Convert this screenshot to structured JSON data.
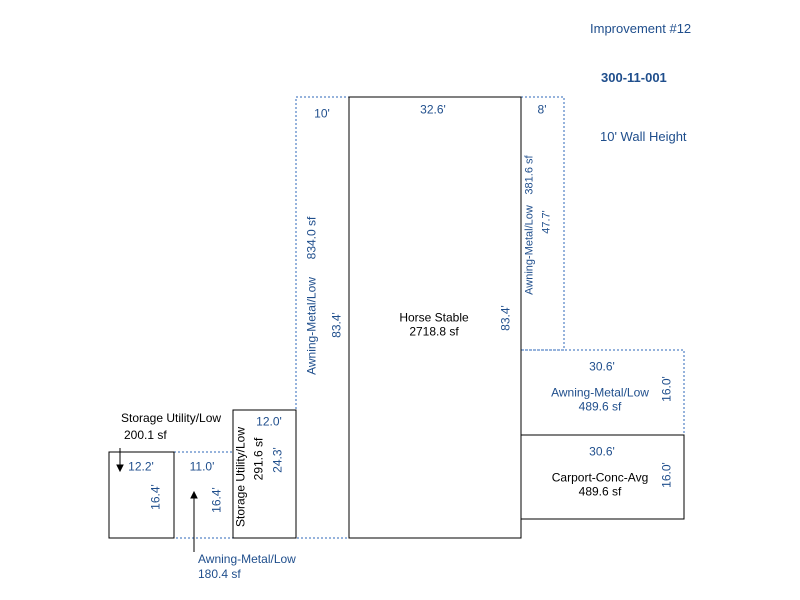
{
  "header": {
    "improvement": "Improvement #12",
    "parcel": "300-11-001",
    "wall_height": "10' Wall Height"
  },
  "colors": {
    "solid_line": "#000000",
    "dotted_line": "#2e67b8",
    "text_blue": "#1f4e8c"
  },
  "areas": {
    "horse_stable": {
      "name": "Horse Stable",
      "sf": "2718.8 sf",
      "top": "32.6'",
      "side": "83.4'"
    },
    "awning_left": {
      "label": "Awning-Metal/Low",
      "sf": "834.0 sf",
      "top": "10'",
      "side": "83.4'"
    },
    "awning_right_top": {
      "label": "Awning-Metal/Low",
      "sf": "381.6 sf",
      "top": "8'",
      "side": "47.7'"
    },
    "awning_right_mid": {
      "label": "Awning-Metal/Low",
      "sf": "489.6 sf",
      "top": "30.6'",
      "side": "16.0'"
    },
    "carport": {
      "label": "Carport-Conc-Avg",
      "sf": "489.6 sf",
      "top": "30.6'",
      "side": "16.0'"
    },
    "storage_mid": {
      "label": "Storage Utility/Low",
      "sf": "291.6 sf",
      "top": "12.0'",
      "side": "24.3'"
    },
    "storage_left": {
      "label": "Storage Utility/Low",
      "sf": "200.1 sf",
      "top": "12.2'",
      "side": "16.4'"
    },
    "awning_bottom": {
      "label": "Awning-Metal/Low",
      "sf": "180.4 sf",
      "top": "11.0'",
      "side": "16.4'"
    }
  }
}
